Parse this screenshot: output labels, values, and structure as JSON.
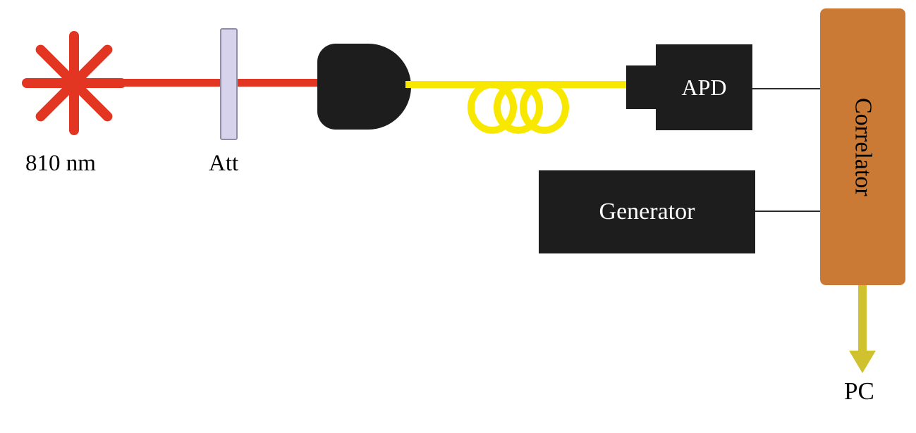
{
  "diagram": {
    "labels": {
      "wavelength": "810 nm",
      "attenuator": "Att",
      "detector": "APD",
      "generator": "Generator",
      "correlator": "Correlator",
      "computer": "PC"
    },
    "colors": {
      "beam_red": "#e23522",
      "attenuator_fill": "#d8d3ec",
      "attenuator_border": "#8f8fa3",
      "fiber_yellow": "#f8e800",
      "component_black": "#1d1d1d",
      "correlator_orange": "#cb7a36",
      "arrow_yellow": "#d0c12f",
      "wire_black": "#2b2b2b",
      "label_black": "#000000",
      "label_white": "#ffffff",
      "background": "#ffffff"
    }
  }
}
